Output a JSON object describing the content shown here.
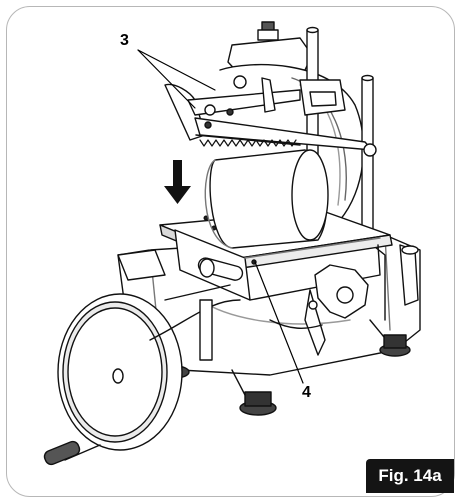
{
  "figure": {
    "label": "Fig. 14a",
    "callouts": {
      "c3": "3",
      "c4": "4"
    },
    "colors": {
      "line": "#111111",
      "fill": "#ffffff",
      "shade": "#d9d9d9",
      "dark": "#555555",
      "badge": "#141414"
    }
  }
}
